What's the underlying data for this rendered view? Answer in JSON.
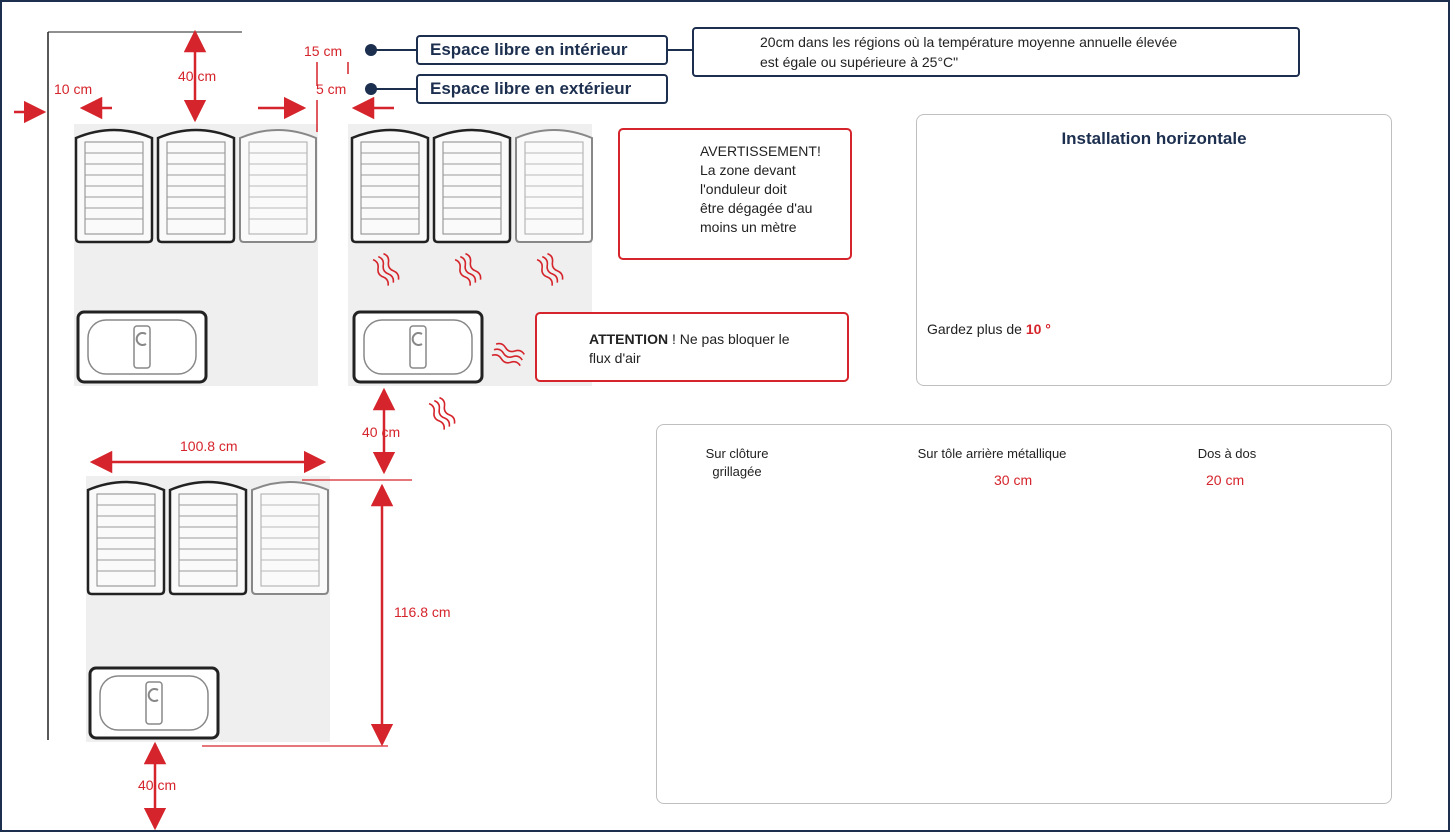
{
  "labels": {
    "indoor": "Espace libre en intérieur",
    "outdoor": "Espace libre en extérieur",
    "note_line1": "20cm dans les régions où la température moyenne annuelle élevée",
    "note_line2": "est égale ou supérieure à 25°C\""
  },
  "dims": {
    "d15": "15 cm",
    "d5": "5 cm",
    "d10": "10 cm",
    "d40_top": "40 cm",
    "d40_mid": "40 cm",
    "d40_bottom": "40 cm",
    "width": "100.8 cm",
    "height": "116.8 cm"
  },
  "warning": {
    "title": "AVERTISSEMENT!",
    "line1": "La zone devant",
    "line2": "l'onduleur doit",
    "line3": "être dégagée d'au",
    "line4": "moins un mètre"
  },
  "attention": {
    "title": "ATTENTION",
    "text1": " ! Ne pas bloquer le",
    "text2": "flux d'air"
  },
  "horizontal": {
    "title": "Installation horizontale",
    "keep_text": "Gardez plus de ",
    "angle": "10 °"
  },
  "mounts": {
    "fence_line1": "Sur clôture",
    "fence_line2": "grillagée",
    "metal": "Sur tôle arrière métallique",
    "metal_gap": "30 cm",
    "back": "Dos à dos",
    "back_gap": "20 cm"
  },
  "colors": {
    "accent_red": "#d5242b",
    "navy": "#1c2f4f"
  }
}
